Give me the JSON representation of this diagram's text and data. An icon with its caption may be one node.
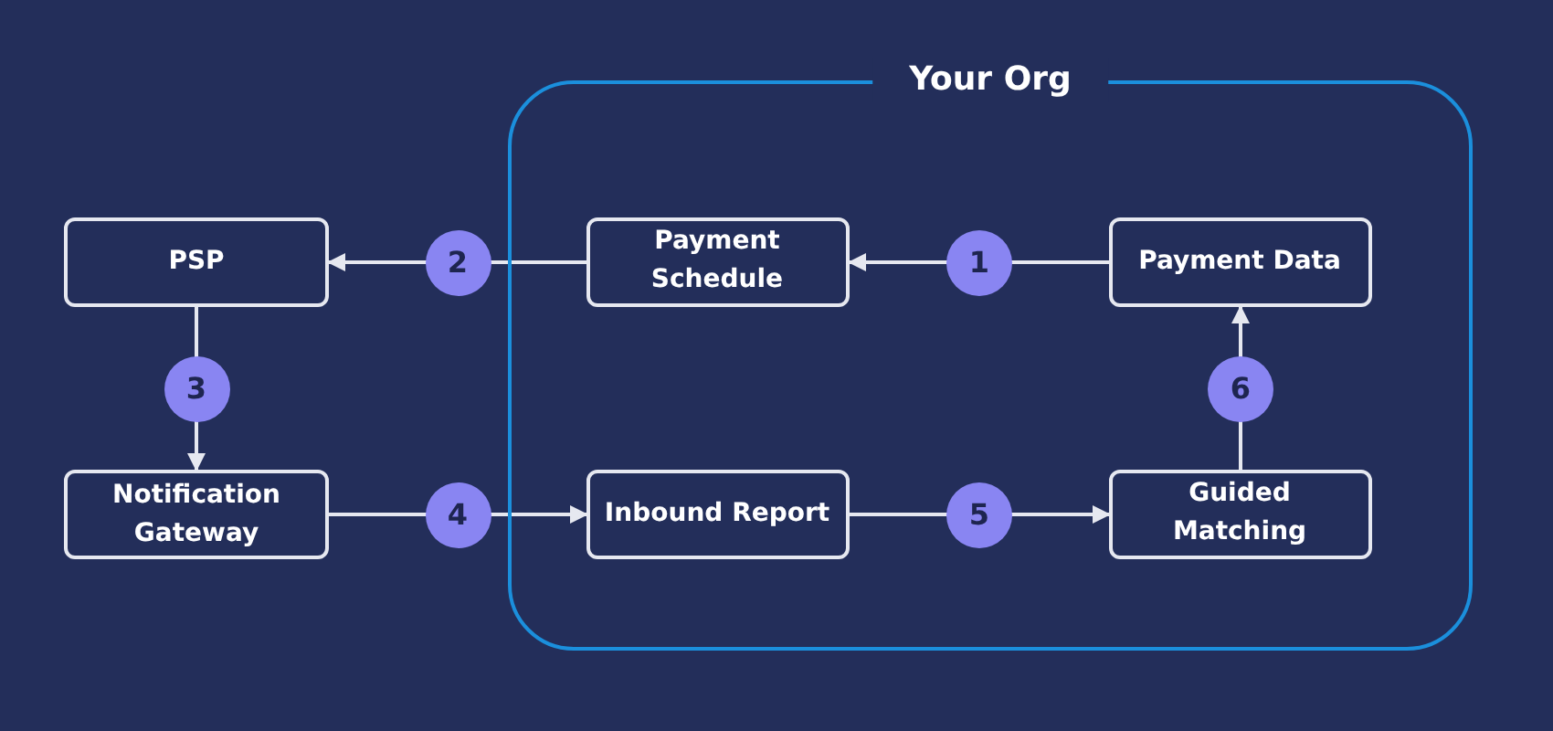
{
  "diagram": {
    "nodes": [
      {
        "text": [
          "Your Org"
        ]
      },
      {
        "text": [
          "Payment Schedule"
        ],
        "in": 0
      },
      {
        "text": [
          "Payment Data"
        ],
        "in": 0
      },
      {
        "text": [
          "Inbound Report"
        ],
        "in": 0
      },
      {
        "text": [
          "Guided Matching"
        ],
        "in": 0
      },
      {
        "text": [
          "PSP"
        ]
      },
      {
        "text": [
          "Notification Gateway"
        ]
      }
    ],
    "edges": [
      {
        "from": 2,
        "to": 1,
        "arrow": "to",
        "label": "1"
      },
      {
        "from": 1,
        "to": 5,
        "arrow": "to",
        "label": "2"
      },
      {
        "from": 5,
        "to": 6,
        "arrow": "to",
        "label": "3"
      },
      {
        "from": 6,
        "to": 3,
        "arrow": "to",
        "label": "4"
      },
      {
        "from": 3,
        "to": 4,
        "arrow": "to",
        "label": "5"
      },
      {
        "from": 4,
        "to": 2,
        "arrow": "to",
        "label": "6"
      }
    ]
  }
}
